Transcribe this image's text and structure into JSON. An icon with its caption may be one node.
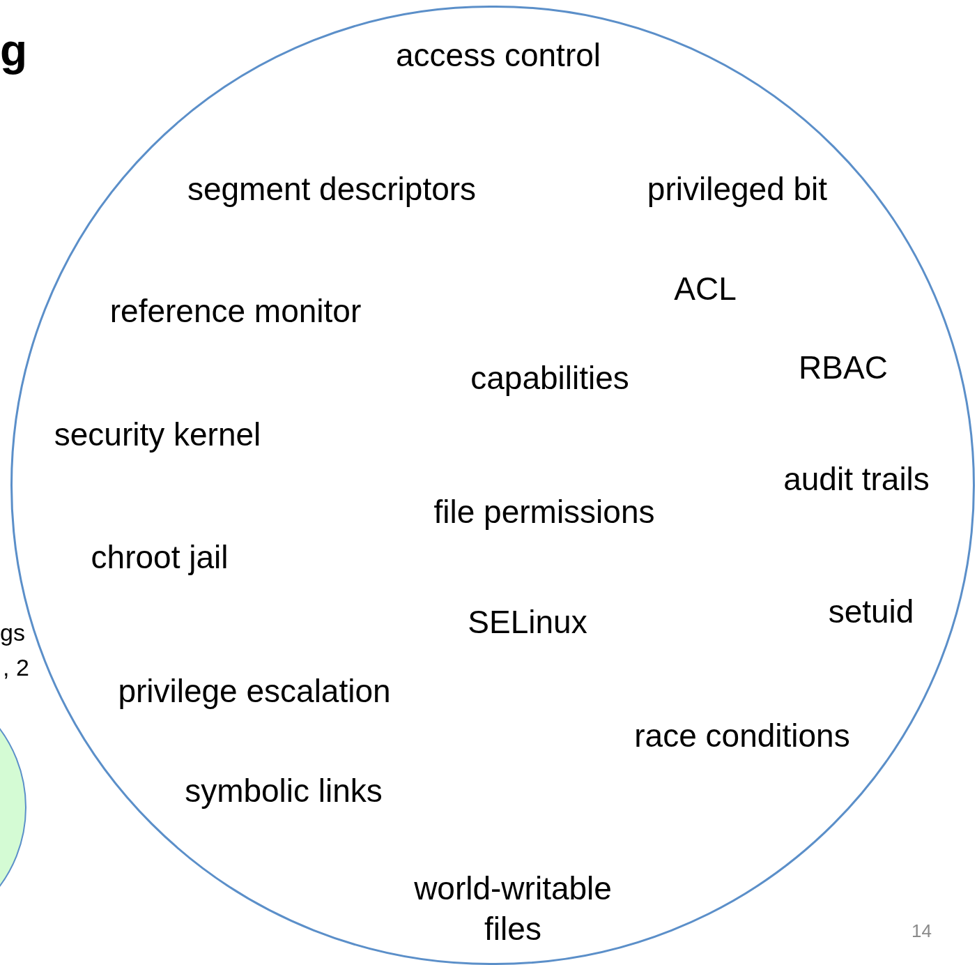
{
  "diagram": {
    "title": "g",
    "nodes": [
      {
        "text": [
          "access control",
          "segment descriptors",
          "privileged bit",
          "ACL",
          "reference monitor",
          "capabilities",
          "RBAC",
          "security kernel",
          "audit trails",
          "file permissions",
          "chroot jail",
          "setuid",
          "SELinux",
          "privilege escalation",
          "race conditions",
          "symbolic links",
          "world-writable files"
        ]
      },
      {
        "text": [],
        "shape": "circle"
      }
    ],
    "labels": [
      "gs",
      ", 2",
      "14"
    ]
  }
}
